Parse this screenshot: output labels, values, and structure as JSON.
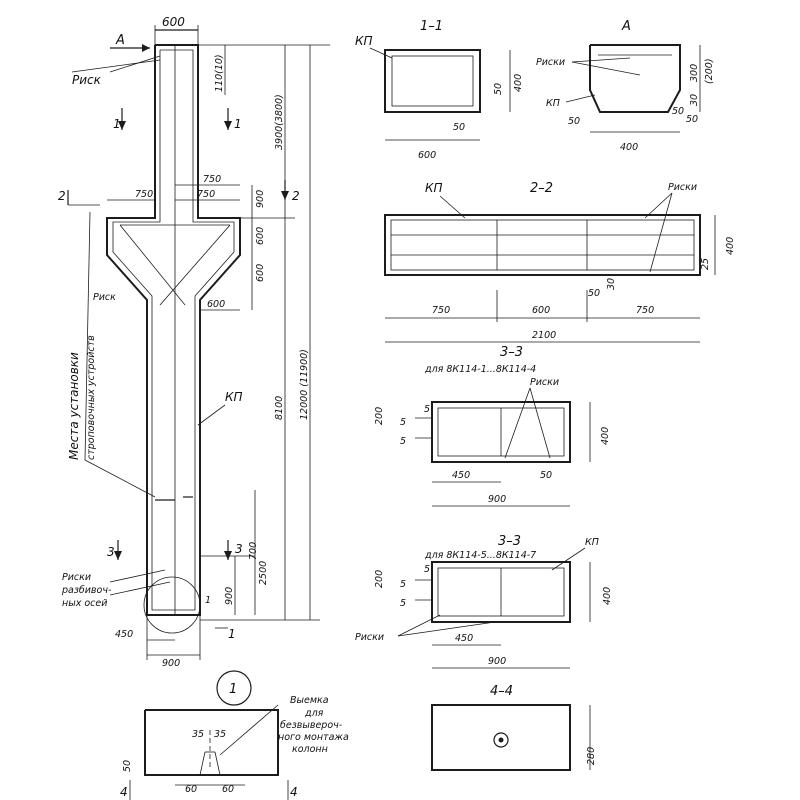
{
  "elevation": {
    "dims": {
      "top_width": "600",
      "top_offset": "110(10)",
      "upper_height": "3900(3800)",
      "overall_height": "12000 (11900)",
      "shaft_height": "8100",
      "bracket_width_total": "750",
      "bracket_left": "750",
      "bracket_right": "750",
      "dim_900_a": "900",
      "dim_600_a": "600",
      "dim_600_b": "600",
      "dim_600_c": "600",
      "dim_700": "700",
      "dim_2500": "2500",
      "dim_900_b": "900",
      "dim_450": "450",
      "dim_900_c": "900"
    },
    "labels": {
      "arrow_a": "А",
      "risk": "Риск",
      "risk_axes_1": "Риски",
      "risk_axes_2": "разбивоч-",
      "risk_axes_3": "ных осей",
      "kp": "КП",
      "lifting_1": "Места установки",
      "lifting_2": "строповочных устройств"
    },
    "markers": {
      "s1": "1",
      "s2": "2",
      "s3": "3",
      "s1_bottom": "1"
    }
  },
  "section_1_1": {
    "title": "1–1",
    "kp": "КП",
    "dims": {
      "w": "600",
      "h": "400",
      "d50a": "50",
      "d50b": "50"
    }
  },
  "view_a": {
    "title": "А",
    "labels": {
      "risk": "Риски",
      "kp": "КП"
    },
    "dims": {
      "h300": "300",
      "h200": "(200)",
      "d30": "30",
      "d50a": "50",
      "d50b": "50",
      "d50c": "50",
      "w": "400"
    }
  },
  "section_2_2": {
    "title": "2–2",
    "labels": {
      "kp": "КП",
      "risk": "Риски"
    },
    "dims": {
      "left": "750",
      "mid": "600",
      "right": "750",
      "total": "2100",
      "h": "400",
      "d50": "50",
      "d30": "30",
      "d25": "25"
    }
  },
  "section_3_3_a": {
    "title": "3–3",
    "subtitle": "для 8К114-1...8К114-4",
    "labels": {
      "risk": "Риски"
    },
    "dims": {
      "h200": "200",
      "h5a": "5",
      "h5b": "5",
      "s5": "5",
      "w450": "450",
      "d50": "50",
      "total": "900",
      "h400": "400"
    }
  },
  "section_3_3_b": {
    "title": "3–3",
    "subtitle": "для 8К114-5...8К114-7",
    "labels": {
      "kp": "КП",
      "risk": "Риски"
    },
    "dims": {
      "h200": "200",
      "h5a": "5",
      "h5b": "5",
      "s5": "5",
      "w450": "450",
      "total": "900",
      "h400": "400"
    }
  },
  "detail_1": {
    "marker": "1",
    "labels": {
      "notch": "Выемка",
      "for_1": "для",
      "for_2": "безвывероч-",
      "for_3": "ного монтажа",
      "for_4": "колонн"
    },
    "dims": {
      "d35a": "35",
      "d35b": "35",
      "d50": "50",
      "d60a": "60",
      "d60b": "60"
    },
    "markers": {
      "left": "4",
      "right": "4"
    }
  },
  "section_4_4": {
    "title": "4–4",
    "dims": {
      "h": "280"
    }
  }
}
